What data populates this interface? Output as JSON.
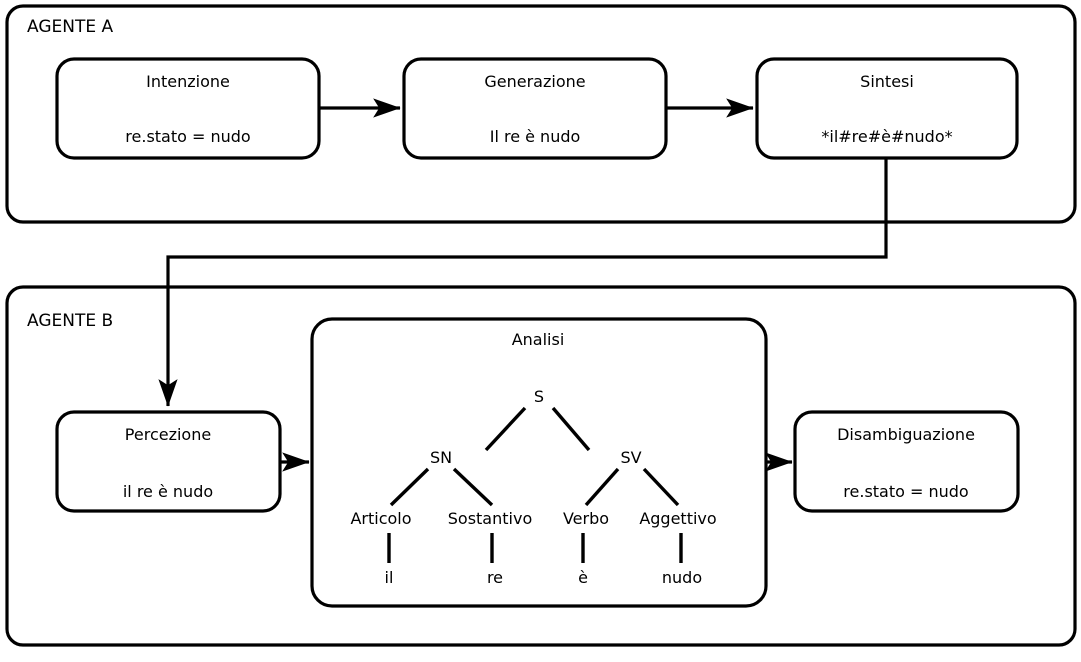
{
  "diagram": {
    "title_hidden": "",
    "stroke_color": "#000000",
    "background_color": "#ffffff"
  },
  "agent_a": {
    "label": "AGENTE A",
    "nodes": [
      {
        "id": "intenzione",
        "title": "Intenzione",
        "value": "re.stato = nudo"
      },
      {
        "id": "generazione",
        "title": "Generazione",
        "value": "Il re è nudo"
      },
      {
        "id": "sintesi",
        "title": "Sintesi",
        "value": "*il#re#è#nudo*"
      }
    ]
  },
  "agent_b": {
    "label": "AGENTE B",
    "nodes": [
      {
        "id": "percezione",
        "title": "Percezione",
        "value": "il re è nudo"
      },
      {
        "id": "disambiguazione",
        "title": "Disambiguazione",
        "value": "re.stato = nudo"
      }
    ],
    "analisi": {
      "title": "Analisi",
      "tree": {
        "root": "S",
        "phrases": [
          "SN",
          "SV"
        ],
        "categories": [
          "Articolo",
          "Sostantivo",
          "Verbo",
          "Aggettivo"
        ],
        "terminals": [
          "il",
          "re",
          "è",
          "nudo"
        ]
      }
    }
  }
}
